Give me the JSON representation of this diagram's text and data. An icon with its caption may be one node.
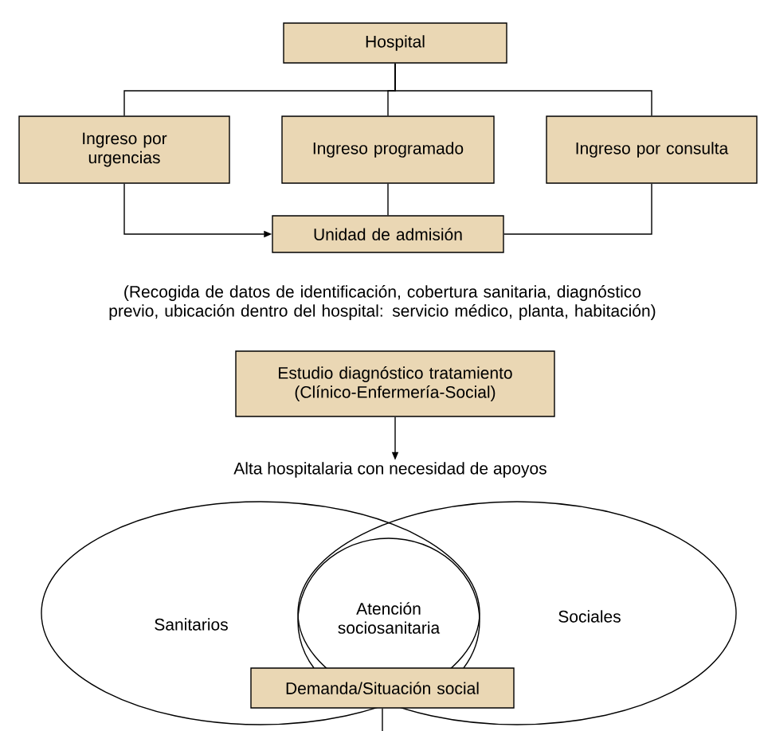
{
  "diagram": {
    "nodes": [
      {
        "text": [
          "Hospital"
        ]
      },
      {
        "text": [
          "Ingreso por urgencias"
        ]
      },
      {
        "text": [
          "Ingreso programado"
        ]
      },
      {
        "text": [
          "Ingreso por consulta"
        ]
      },
      {
        "text": [
          "Unidad de admisión"
        ],
        "beside": [
          "(Recogida de datos de identificación, cobertura sanitaria, diagnóstico previo, ubicación dentro del hospital: servicio médico, planta, habitación)"
        ]
      },
      {
        "text": [
          "Estudio diagnóstico tratamiento (Clínico-Enfermería-Social)"
        ]
      },
      {
        "text": [
          "Alta hospitalaria con necesidad de apoyos"
        ]
      },
      {
        "text": [
          "Sanitarios"
        ]
      },
      {
        "text": [
          "Sociales"
        ]
      },
      {
        "text": [
          "Atención sociosanitaria"
        ]
      },
      {
        "text": [
          "Demanda/Situación social"
        ]
      }
    ],
    "edges": [
      {
        "from": 0,
        "to": 1,
        "arrow": "none"
      },
      {
        "from": 0,
        "to": 2,
        "arrow": "none"
      },
      {
        "from": 0,
        "to": 3,
        "arrow": "none"
      },
      {
        "from": 1,
        "to": 4,
        "arrow": "to"
      },
      {
        "from": 2,
        "to": 4,
        "arrow": "none"
      },
      {
        "from": 3,
        "to": 4,
        "arrow": "none"
      },
      {
        "from": 5,
        "to": 6,
        "arrow": "to"
      },
      {
        "from": 10,
        "to": null,
        "arrow": "none"
      }
    ]
  }
}
